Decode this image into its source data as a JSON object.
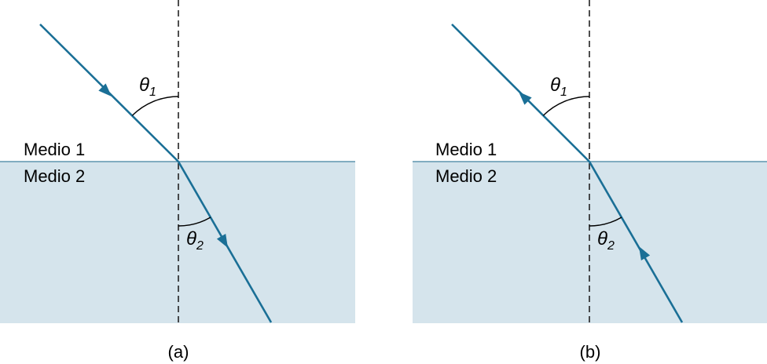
{
  "colors": {
    "ray": "#1a6f96",
    "medium2_fill": "#d5e4ec",
    "interface": "#5f95ae",
    "normal": "#222222",
    "arc": "#000000",
    "text": "#000000"
  },
  "panels": [
    {
      "caption": "(a)",
      "medium1_label": "Medio 1",
      "medium2_label": "Medio 2",
      "angle1_symbol": "θ",
      "angle1_subscript": "1",
      "angle2_symbol": "θ",
      "angle2_subscript": "2",
      "ray_direction": "incident-to-refracted"
    },
    {
      "caption": "(b)",
      "medium1_label": "Medio 1",
      "medium2_label": "Medio 2",
      "angle1_symbol": "θ",
      "angle1_subscript": "1",
      "angle2_symbol": "θ",
      "angle2_subscript": "2",
      "ray_direction": "reversed"
    }
  ]
}
